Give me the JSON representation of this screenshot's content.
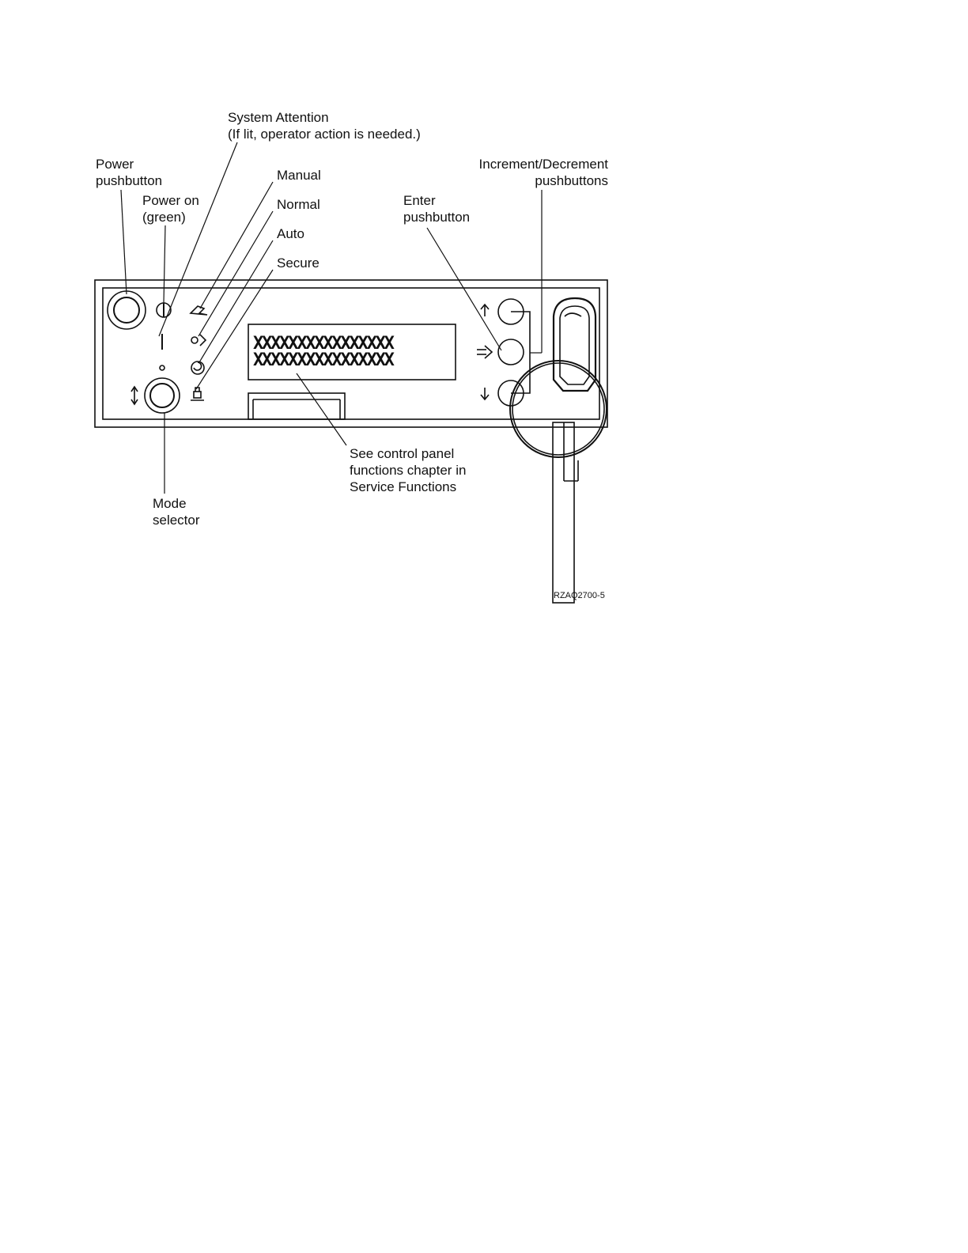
{
  "labels": {
    "system_attention": [
      "System Attention",
      "(If lit, operator action is needed.)"
    ],
    "power_pushbutton": [
      "Power",
      "pushbutton"
    ],
    "power_on": [
      "Power on",
      "(green)"
    ],
    "manual": "Manual",
    "normal": "Normal",
    "auto": "Auto",
    "secure": "Secure",
    "enter": [
      "Enter",
      "pushbutton"
    ],
    "increment": [
      "Increment/Decrement",
      "pushbuttons"
    ],
    "see_control": [
      "See control panel",
      "functions chapter in",
      "Service Functions"
    ],
    "mode_selector": [
      "Mode",
      "selector"
    ]
  },
  "display": [
    "XXXXXXXXXXXXXXXX",
    "XXXXXXXXXXXXXXXX"
  ],
  "figure_id": "RZAQ2700-5"
}
